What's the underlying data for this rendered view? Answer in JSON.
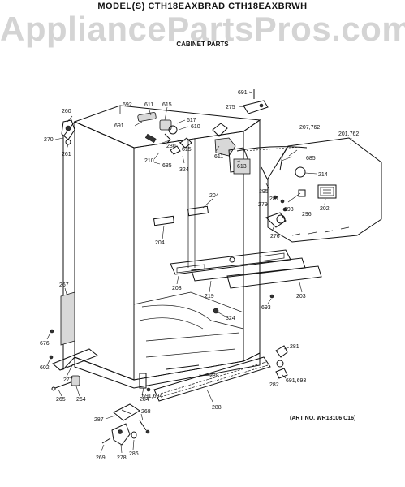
{
  "header": {
    "model_line": "MODEL(S) CTH18EAXBRAD  CTH18EAXBRWH",
    "watermark": "AppliancePartsPros.com",
    "section_title": "CABINET PARTS"
  },
  "footer": {
    "art_no": "(ART NO. WR18106 C16)"
  },
  "callouts": {
    "c260": "260",
    "c270": "270",
    "c261": "261",
    "c692": "692",
    "c611a": "611",
    "c615a": "615",
    "c691a": "691",
    "c617": "617",
    "c610": "610",
    "c280": "280",
    "c615b": "615",
    "c210": "210",
    "c685a": "685",
    "c324a": "324",
    "c611b": "611",
    "c613": "613",
    "c691b": "691",
    "c275": "275",
    "c207_762": "207,762",
    "c685b": "685",
    "c201_762": "201,762",
    "c214": "214",
    "c295": "295",
    "c204a": "204",
    "c281a": "281",
    "c279": "279",
    "c693a": "693",
    "c296": "296",
    "c202": "202",
    "c204b": "204",
    "c276": "276",
    "c267": "267",
    "c203a": "203",
    "c219": "219",
    "c203b": "203",
    "c693b": "693",
    "c324b": "324",
    "c676": "676",
    "c602": "602",
    "c281b": "281",
    "c277": "277",
    "c288a": "288",
    "c284": "284",
    "c265": "265",
    "c264": "264",
    "c691_694": "691,694",
    "c282": "282",
    "c691_693": "691,693",
    "c288b": "288",
    "c287": "287",
    "c268": "268",
    "c286": "286",
    "c269": "269",
    "c278": "278"
  }
}
